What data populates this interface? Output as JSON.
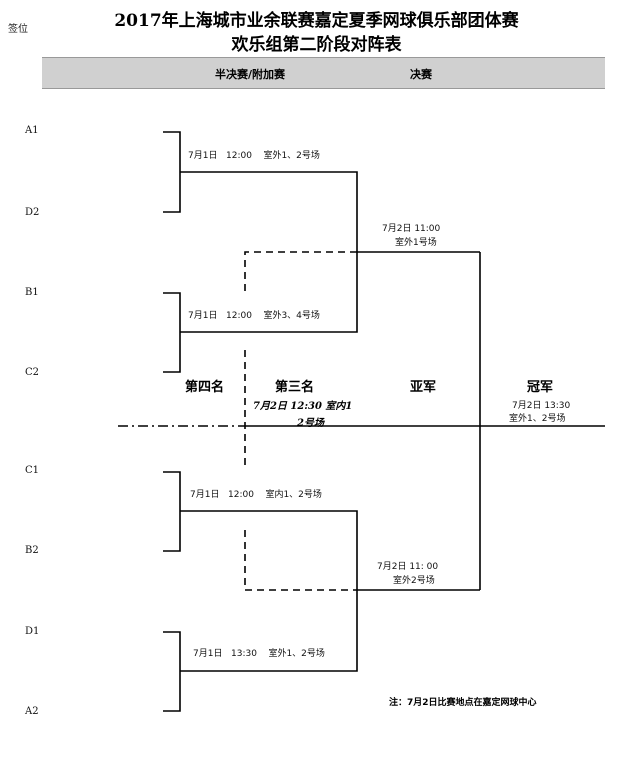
{
  "title": {
    "line1": "2017年上海城市业余联赛嘉定夏季网球俱乐部团体赛",
    "line2": "欢乐组第二阶段对阵表"
  },
  "corner_label": "签位",
  "header": {
    "semifinal": "半决赛/附加赛",
    "final": "决赛"
  },
  "seeds": [
    "A1",
    "D2",
    "B1",
    "C2",
    "C1",
    "B2",
    "D1",
    "A2"
  ],
  "semis": [
    {
      "date": "7月1日",
      "time": "12:00",
      "court": "室外1、2号场"
    },
    {
      "date": "7月1日",
      "time": "12:00",
      "court": "室外3、4号场"
    },
    {
      "date": "7月1日",
      "time": "12:00",
      "court": "室内1、2号场"
    },
    {
      "date": "7月1日",
      "time": "13:30",
      "court": "室外1、2号场"
    }
  ],
  "finals_upper": {
    "time": "7月2日  11:00",
    "court": "室外1号场"
  },
  "finals_lower": {
    "time": "7月2日   11: 00",
    "court": "室外2号场"
  },
  "places": {
    "fourth": "第四名",
    "third": "第三名",
    "runner_up": "亚军",
    "champion": "冠军"
  },
  "third_place_match": {
    "line1": "7月2日 12:30  室内1",
    "line2": "2号场"
  },
  "champion_match": {
    "time": "7月2日 13:30",
    "court": "室外1、2号场"
  },
  "note": "注：7月2日比赛地点在嘉定网球中心"
}
